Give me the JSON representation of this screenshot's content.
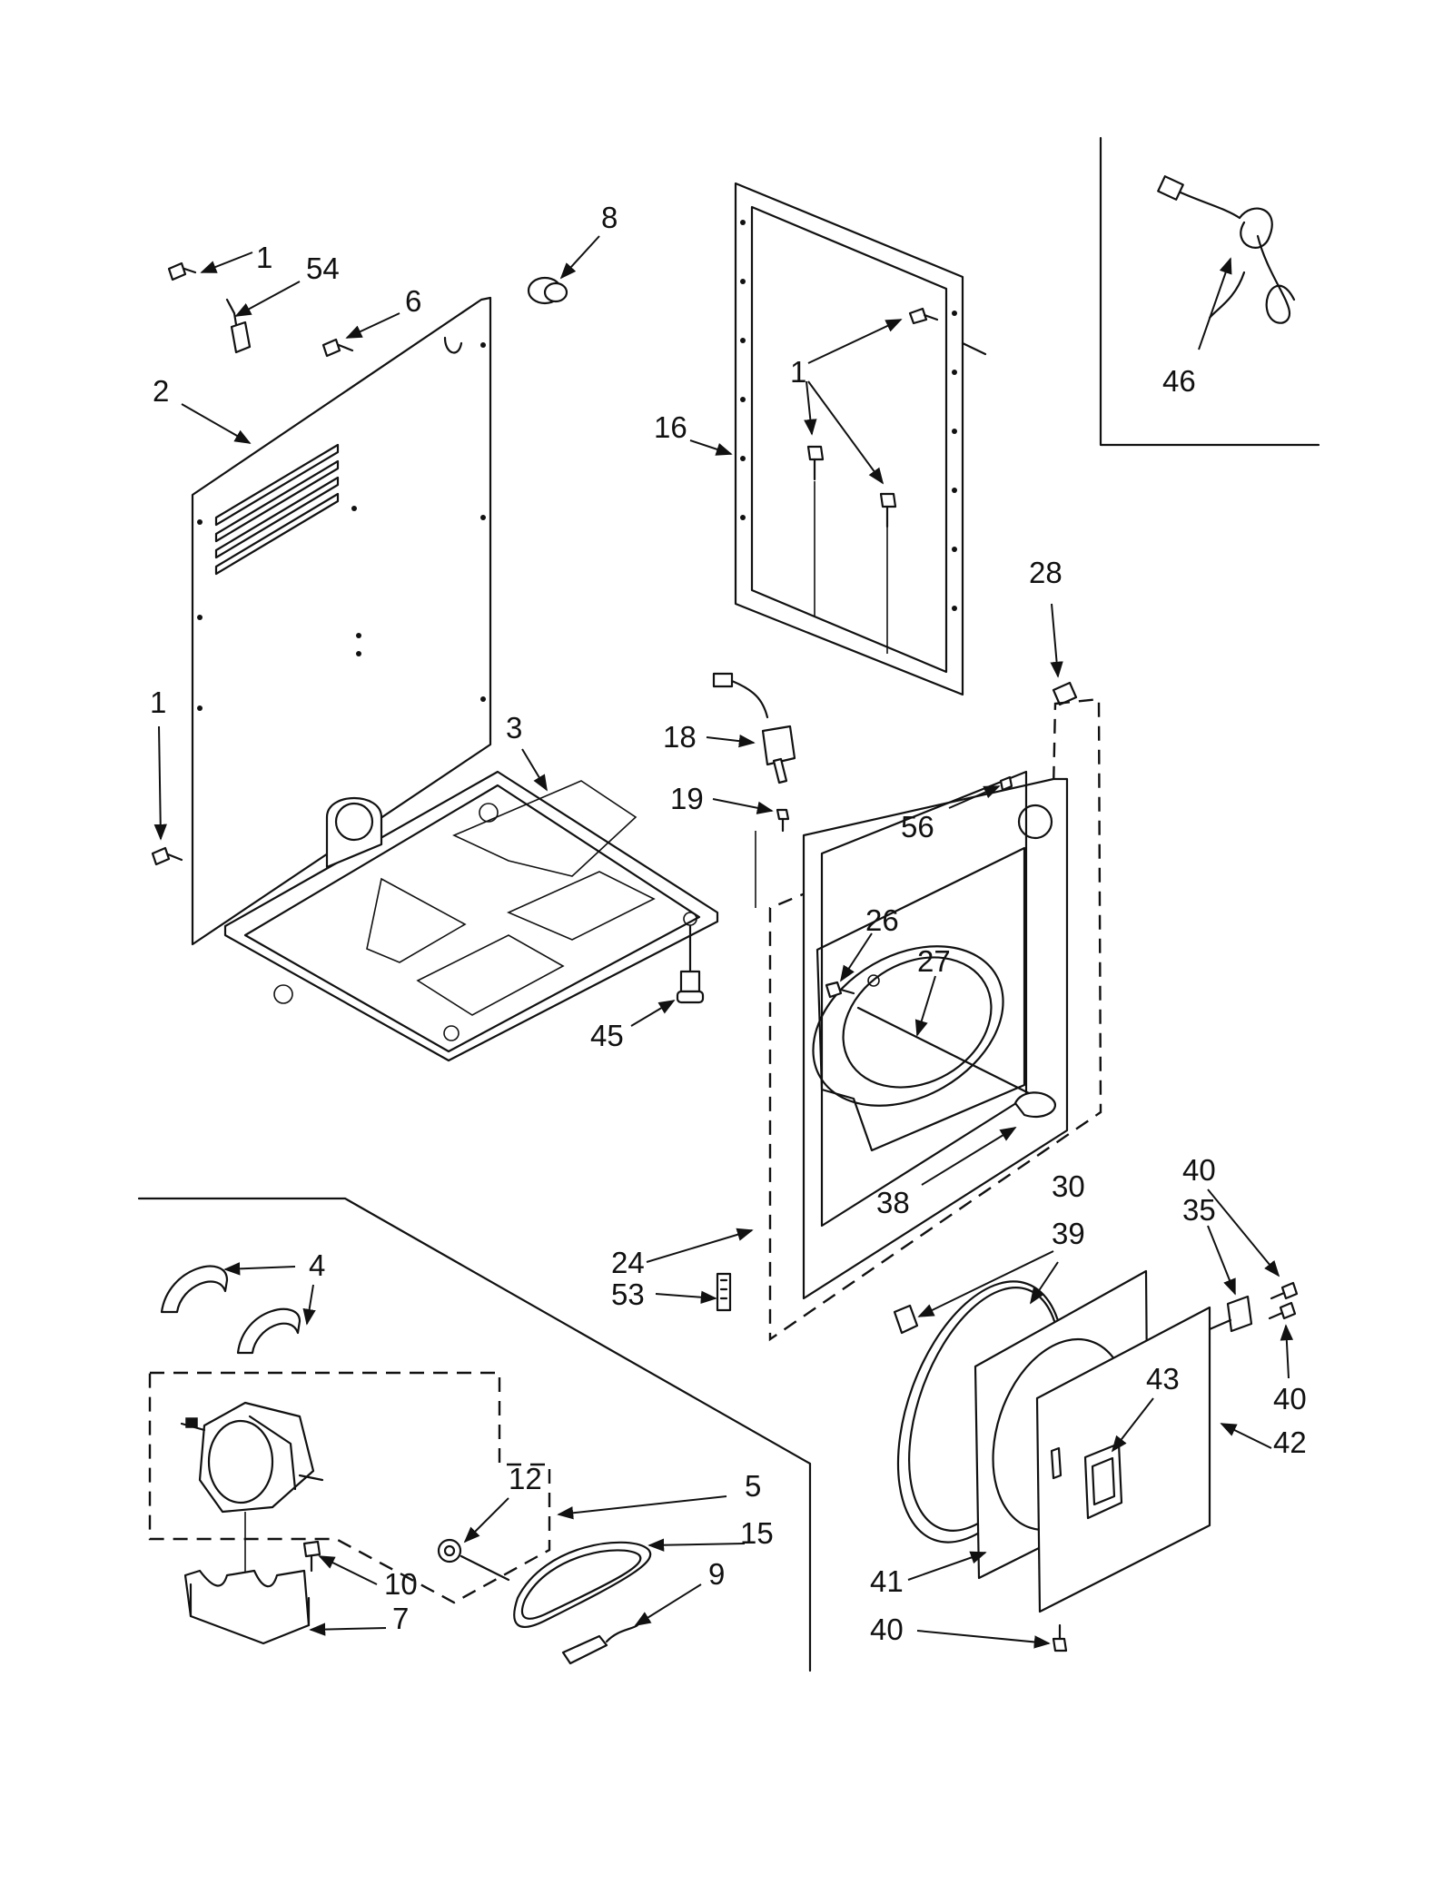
{
  "labels": {
    "p1a": "1",
    "p54": "54",
    "p6": "6",
    "p8": "8",
    "p2": "2",
    "p16": "16",
    "p1b": "1",
    "p46": "46",
    "p1c": "1",
    "p3": "3",
    "p28": "28",
    "p18": "18",
    "p19": "19",
    "p56": "56",
    "p26": "26",
    "p27": "27",
    "p45": "45",
    "p38": "38",
    "p4": "4",
    "p40a": "40",
    "p35": "35",
    "p30": "30",
    "p39": "39",
    "p24": "24",
    "p53": "53",
    "p40b": "40",
    "p43": "43",
    "p42": "42",
    "p12": "12",
    "p5": "5",
    "p15": "15",
    "p9": "9",
    "p10": "10",
    "p7": "7",
    "p41": "41",
    "p40c": "40"
  }
}
